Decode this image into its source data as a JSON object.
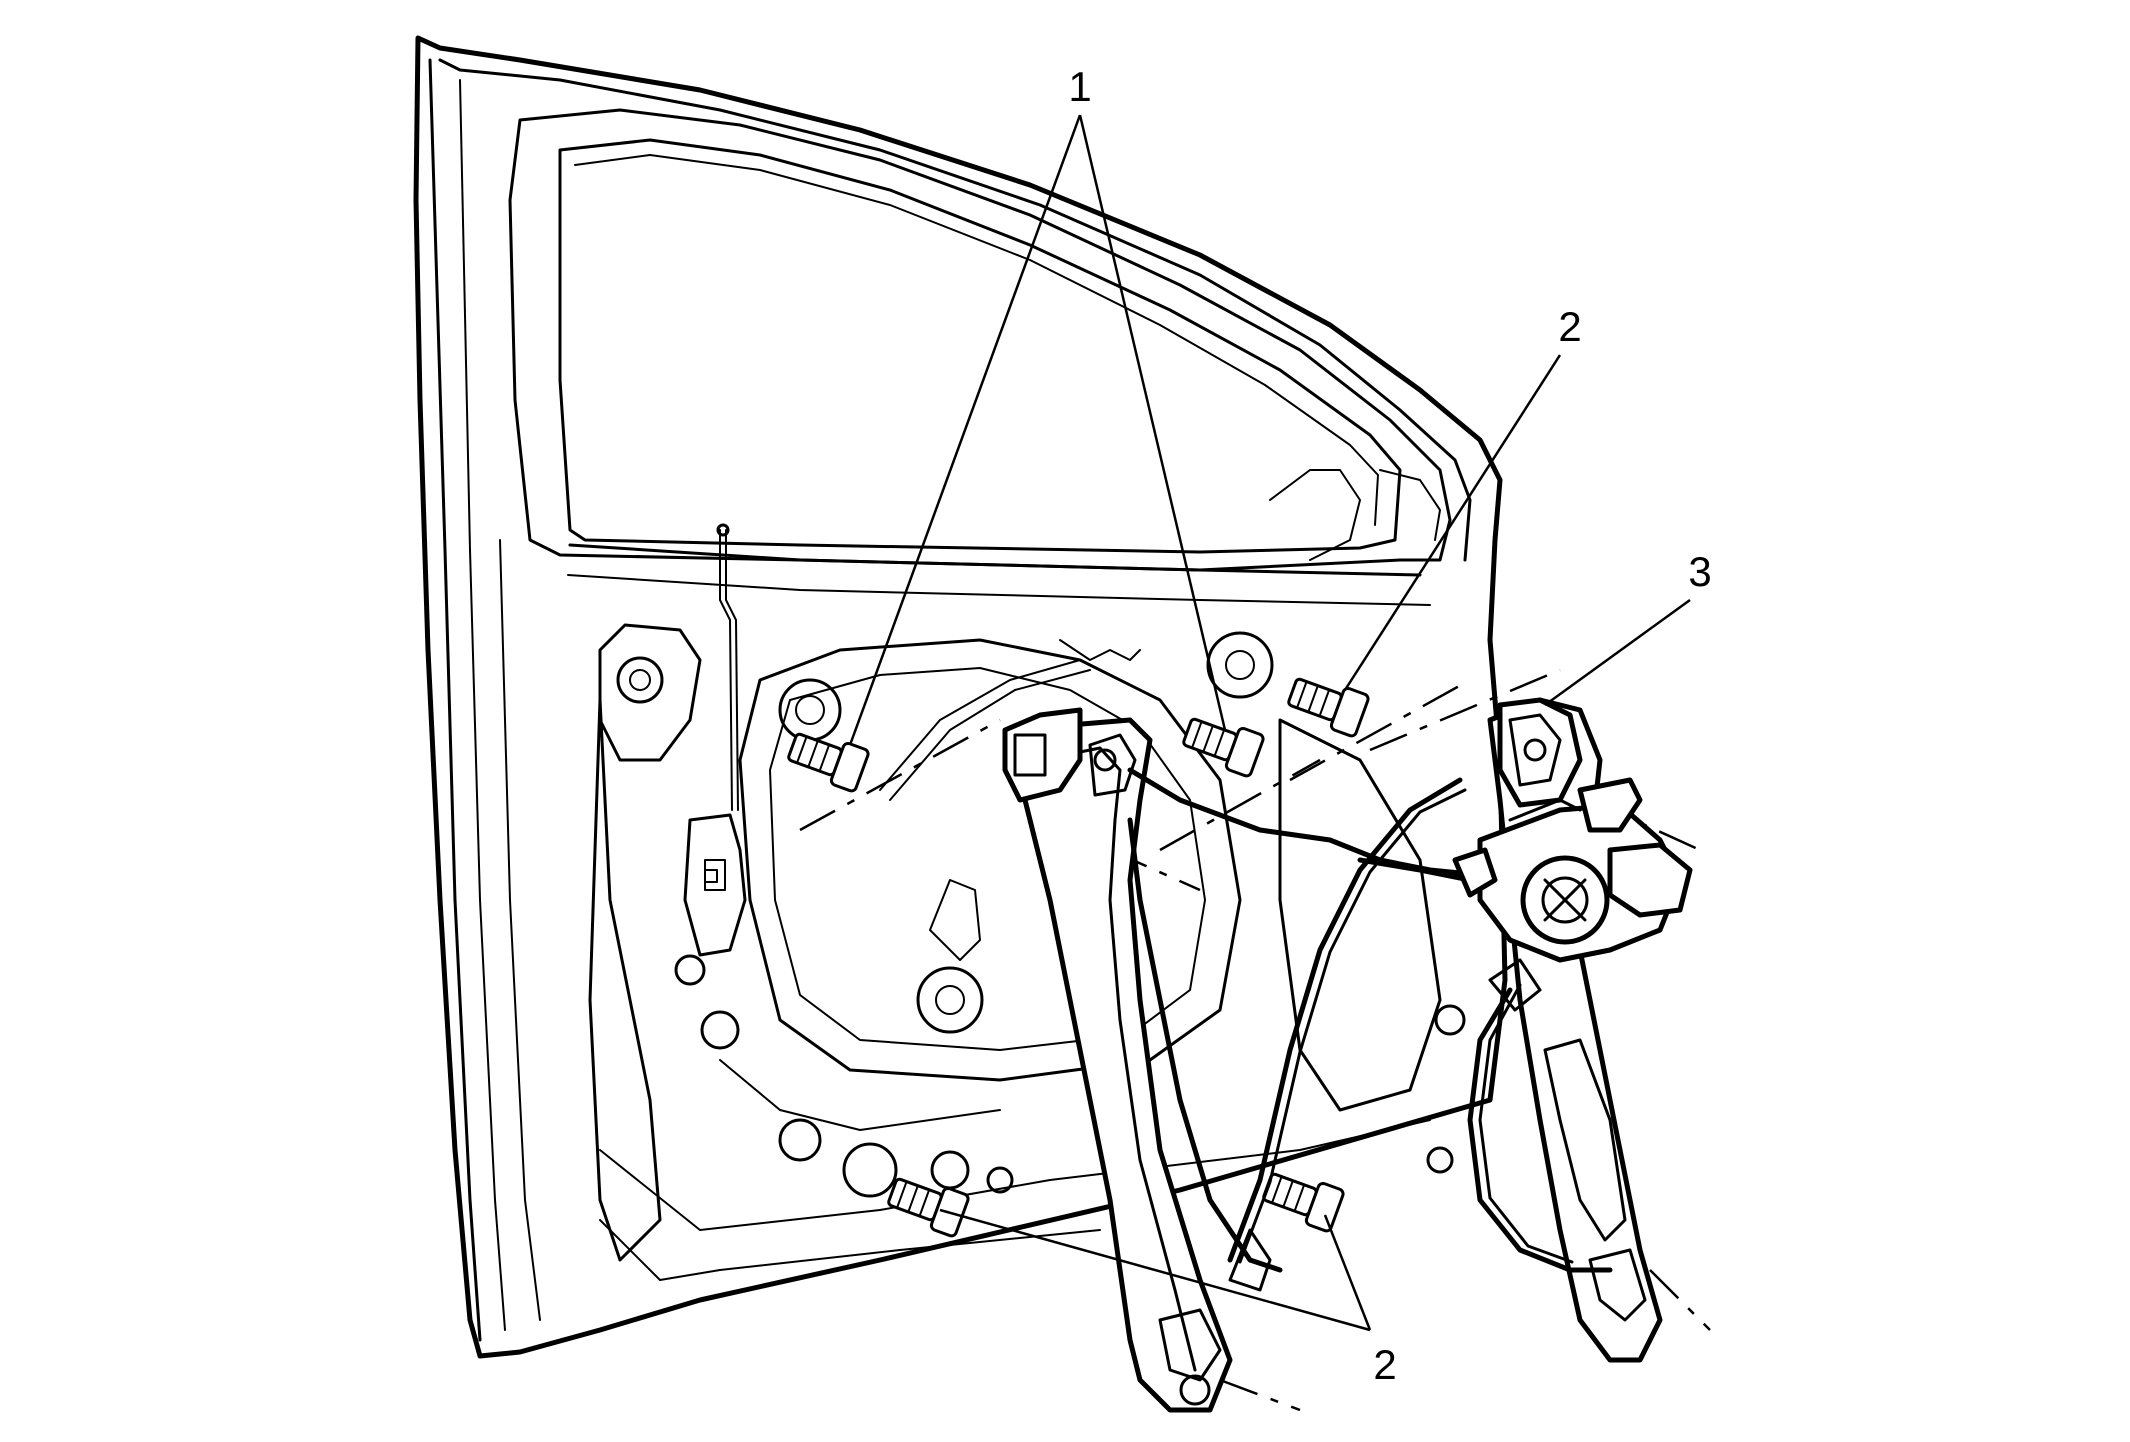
{
  "callouts": [
    {
      "id": "c1",
      "label": "1"
    },
    {
      "id": "c2a",
      "label": "2"
    },
    {
      "id": "c3",
      "label": "3"
    },
    {
      "id": "c2b",
      "label": "2"
    }
  ],
  "colors": {
    "line": "#000000",
    "background": "#ffffff"
  }
}
